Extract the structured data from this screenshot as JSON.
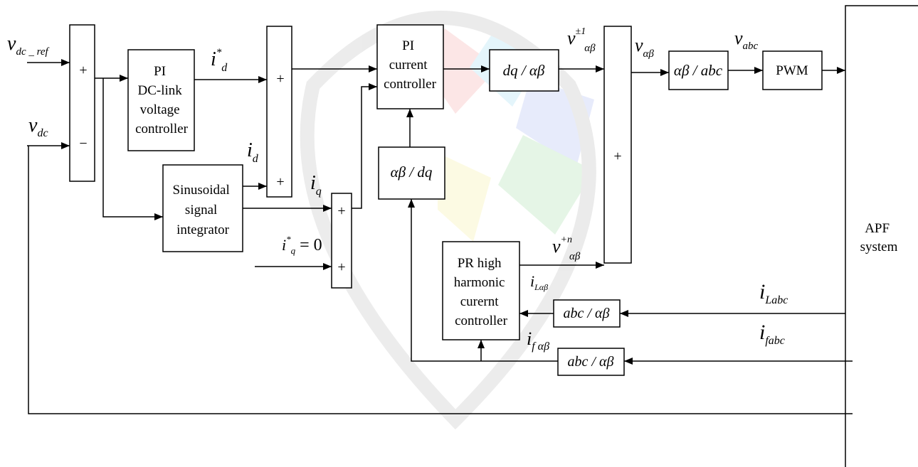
{
  "blocks": {
    "pi_dc": [
      "PI",
      "DC-link",
      "voltage",
      "controller"
    ],
    "sinusoidal": [
      "Sinusoidal",
      "signal",
      "integrator"
    ],
    "pi_current": [
      "PI",
      "current",
      "controller"
    ],
    "ab_dq": "αβ / dq",
    "dq_ab": "dq / αβ",
    "ab_abc": "αβ / abc",
    "pwm": "PWM",
    "pr_harmonic": [
      "PR high",
      "harmonic",
      "curernt",
      "controller"
    ],
    "abc_ab_load": "abc / αβ",
    "abc_ab_filter": "abc / αβ",
    "apf": [
      "APF",
      "system"
    ]
  },
  "signs": {
    "sum1_plus": "+",
    "sum1_minus": "−",
    "sum2_plus_top": "+",
    "sum2_plus_bottom": "+",
    "sum3_plus_top": "+",
    "sum3_plus_bottom": "+",
    "sum4_plus": "+"
  },
  "signals": {
    "v_dc_ref": {
      "base": "v",
      "sub": "dc _ ref"
    },
    "v_dc": {
      "base": "v",
      "sub": "dc"
    },
    "i_d_star": {
      "base": "i",
      "sup": "*",
      "sub": "d"
    },
    "i_d": {
      "base": "i",
      "sub": "d"
    },
    "i_q": {
      "base": "i",
      "sub": "q"
    },
    "i_q_star": {
      "base": "i",
      "sup": "*",
      "sub": "q",
      "tail": "= 0"
    },
    "v_pm1": {
      "base": "v",
      "sup": "±1",
      "sub": "αβ"
    },
    "v_ab": {
      "base": "v",
      "sub": "αβ"
    },
    "v_abc": {
      "base": "v",
      "sub": "abc"
    },
    "v_pn": {
      "base": "v",
      "sup": "+n",
      "sub": "αβ"
    },
    "i_Lab": {
      "base": "i",
      "sub": "Lαβ"
    },
    "i_fab": {
      "base": "i",
      "sub": "f αβ"
    },
    "i_Labc": {
      "base": "i",
      "sub": "Labc"
    },
    "i_fabc": {
      "base": "i",
      "sub": "fabc"
    }
  }
}
